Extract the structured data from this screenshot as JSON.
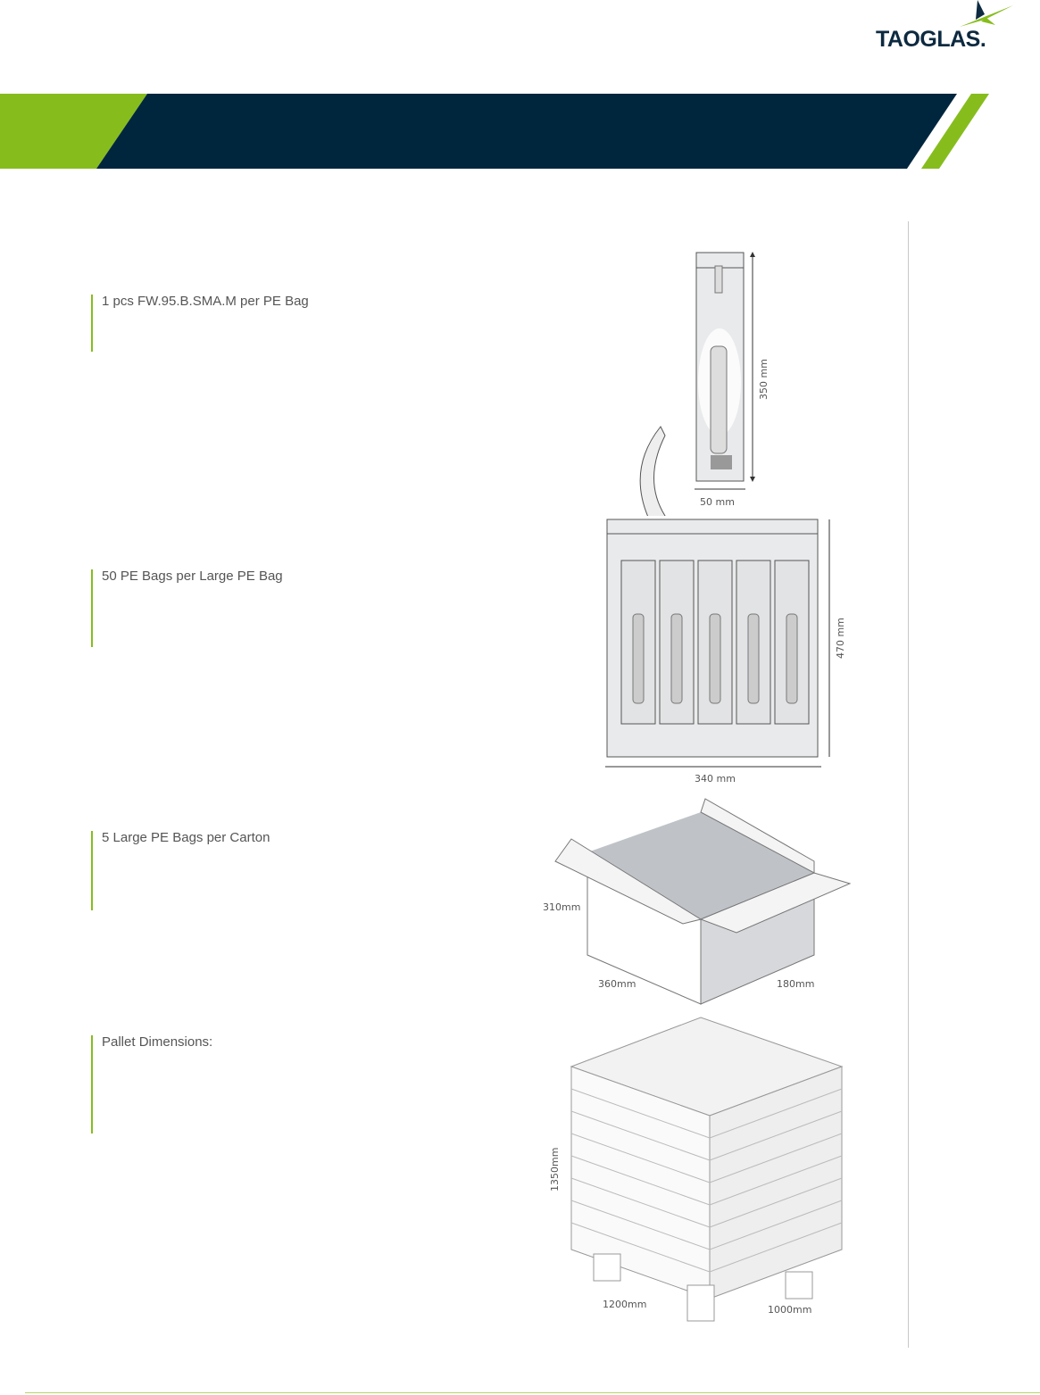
{
  "logo": {
    "text": "TAOGLAS."
  },
  "steps": [
    {
      "text": "1 pcs FW.95.B.SMA.M per PE Bag"
    },
    {
      "text": "50 PE Bags per Large PE Bag"
    },
    {
      "text": "5 Large PE Bags per Carton"
    },
    {
      "text": "Pallet Dimensions:"
    }
  ],
  "dimensions": {
    "bag_height": "350 mm",
    "bag_width": "50 mm",
    "large_bag_height": "470 mm",
    "large_bag_width": "340 mm",
    "carton_height": "310mm",
    "carton_length": "360mm",
    "carton_width": "180mm",
    "pallet_height": "1350mm",
    "pallet_length": "1200mm",
    "pallet_width": "1000mm"
  },
  "colors": {
    "navy": "#00263e",
    "green": "#86bd1d"
  }
}
